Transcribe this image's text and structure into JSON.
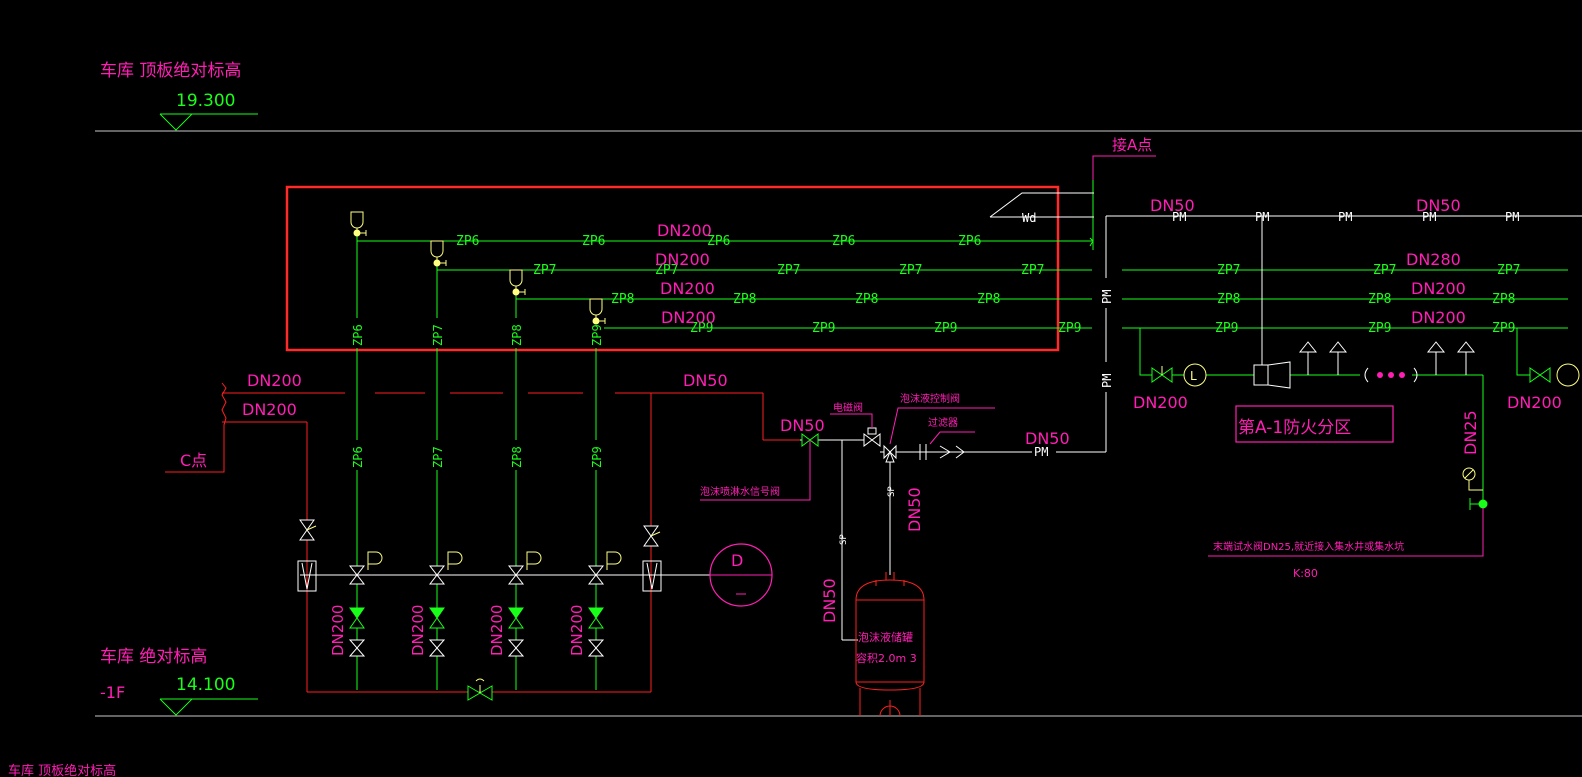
{
  "colors": {
    "background": "#000000",
    "pipe_green": "#19ff19",
    "pipe_red": "#ff2020",
    "text_magenta": "#ff1fb4",
    "line_white": "#ffffff",
    "level_gray": "#c8c8c8",
    "highlight_red": "#ff2a2a",
    "node_yellow": "#ffff80"
  },
  "levels": {
    "top_label": "车库  顶板绝对标高",
    "top_value": "19.300",
    "bottom_label": "车库  绝对标高",
    "bottom_value": "14.100",
    "bottom_floor": "-1F",
    "cut_off_label": "车库  顶板绝对标高"
  },
  "points": {
    "a_point": "接A点",
    "c_point": "C点"
  },
  "pipes": {
    "zp6": "ZP6",
    "zp7": "ZP7",
    "zp8": "ZP8",
    "zp9": "ZP9",
    "pm": "PM",
    "wd": "Wd",
    "sp": "SP"
  },
  "sizes": {
    "dn200": "DN200",
    "dn50": "DN50",
    "dn25": "DN25",
    "dn280": "DN280"
  },
  "labels": {
    "zone": "第A-1防火分区",
    "foam_signal_valve": "泡沫喷淋水信号阀",
    "foam_control_valve": "泡沫液控制阀",
    "electromagnetic_valve": "电磁阀",
    "filter": "过滤器",
    "tank_name": "泡沫液储罐",
    "tank_volume": "容积2.0m 3",
    "end_test_note": "末端试水阀DN25,就近接入集水井或集水坑",
    "k_value": "K:80",
    "meter_letter": "L",
    "pump_letter": "D"
  }
}
